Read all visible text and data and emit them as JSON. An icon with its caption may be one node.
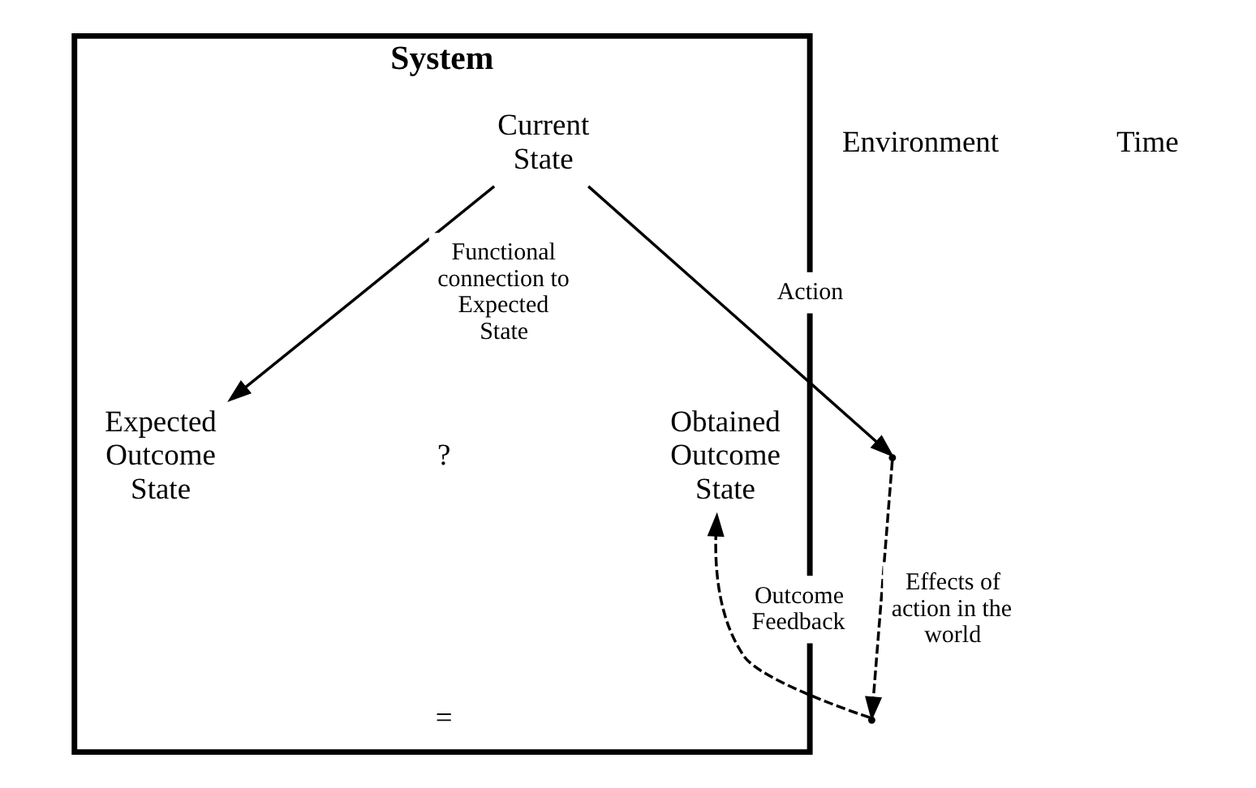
{
  "diagram": {
    "nodes": [
      {
        "text": [
          "System"
        ]
      },
      {
        "text": [
          "Current State"
        ],
        "in": 0
      },
      {
        "text": [
          "Expected Outcome State"
        ],
        "in": 0
      },
      {
        "text": [
          "Obtained Outcome State"
        ],
        "in": 0
      },
      {
        "text": [],
        "shape": "point"
      },
      {
        "text": [],
        "shape": "point"
      }
    ],
    "edges": [
      {
        "from": 1,
        "to": 2,
        "arrow": "to",
        "label": "Functional connection to Expected State"
      },
      {
        "from": 1,
        "to": 4,
        "arrow": "to",
        "label": "Action"
      },
      {
        "from": 4,
        "to": 5,
        "arrow": "to",
        "label": "Effects of action in the world",
        "style": "dashed"
      },
      {
        "from": 5,
        "to": 3,
        "arrow": "to",
        "label": "Outcome Feedback",
        "style": "dashed"
      }
    ],
    "labels": [
      "Environment",
      "?",
      "=",
      "Time"
    ]
  }
}
